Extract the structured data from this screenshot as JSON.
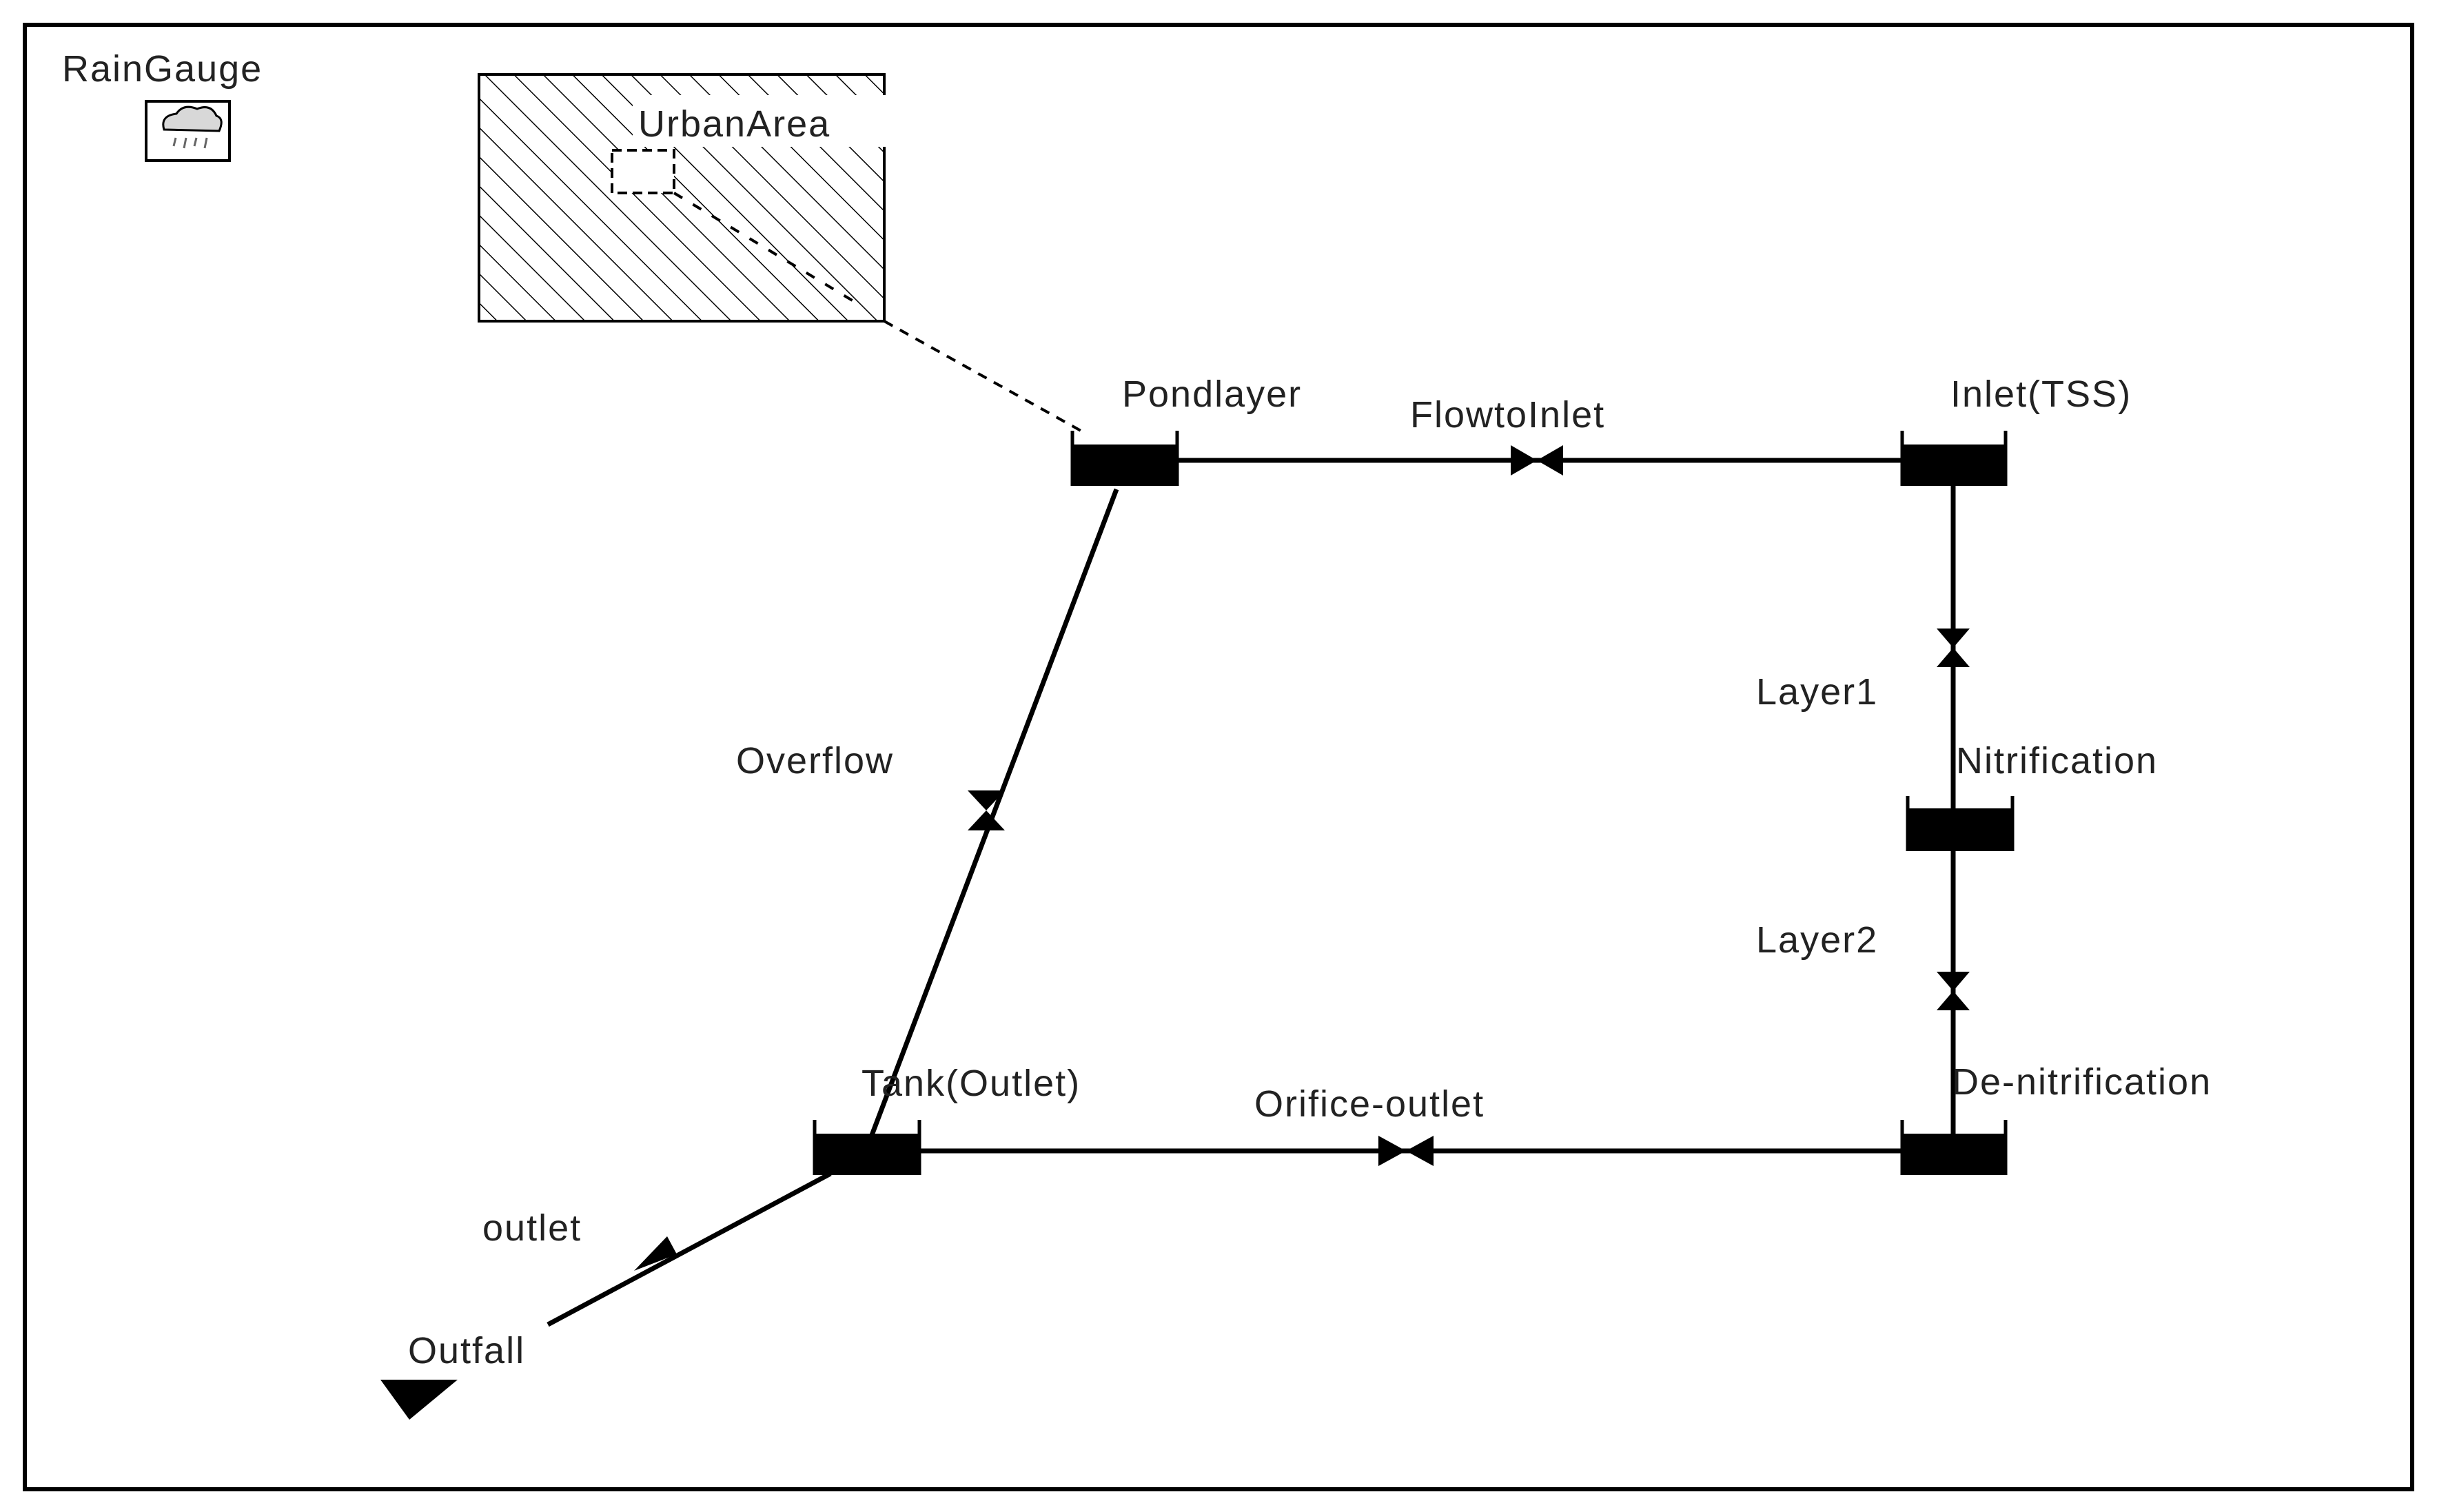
{
  "labels": {
    "rain_gauge": "RainGauge",
    "urban_area": "UrbanArea",
    "pond_layer": "Pondlayer",
    "flow_to_inlet": "FlowtoInlet",
    "inlet": "Inlet(TSS)",
    "layer1": "Layer1",
    "nitrification": "Nitrification",
    "layer2": "Layer2",
    "overflow": "Overflow",
    "tank_outlet": "Tank(Outlet)",
    "orifice_outlet": "Orifice-outlet",
    "de_nitrification": "De-nitrification",
    "outlet": "outlet",
    "outfall": "Outfall"
  },
  "icons": {
    "rain_gauge": "rain-cloud-icon",
    "subcatchment": "subcatchment-centroid-icon",
    "storage_node": "storage-unit-icon",
    "orifice": "orifice-link-icon",
    "conduit_arrow": "flow-arrow-icon",
    "outfall": "outfall-triangle-icon"
  },
  "colors": {
    "line": "#000000",
    "text": "#222222",
    "background": "#ffffff"
  }
}
